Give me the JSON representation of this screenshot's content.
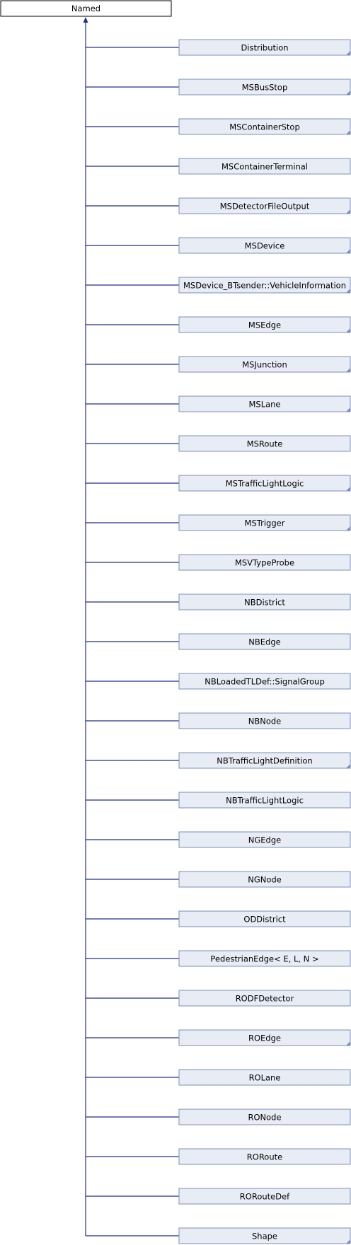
{
  "diagram": {
    "base_class": "Named",
    "derived_classes": [
      {
        "label": "Distribution",
        "has_more": true
      },
      {
        "label": "MSBusStop",
        "has_more": true
      },
      {
        "label": "MSContainerStop",
        "has_more": true
      },
      {
        "label": "MSContainerTerminal",
        "has_more": false
      },
      {
        "label": "MSDetectorFileOutput",
        "has_more": true
      },
      {
        "label": "MSDevice",
        "has_more": true
      },
      {
        "label": "MSDevice_BTsender::VehicleInformation",
        "has_more": true
      },
      {
        "label": "MSEdge",
        "has_more": true
      },
      {
        "label": "MSJunction",
        "has_more": true
      },
      {
        "label": "MSLane",
        "has_more": true
      },
      {
        "label": "MSRoute",
        "has_more": false
      },
      {
        "label": "MSTrafficLightLogic",
        "has_more": true
      },
      {
        "label": "MSTrigger",
        "has_more": true
      },
      {
        "label": "MSVTypeProbe",
        "has_more": false
      },
      {
        "label": "NBDistrict",
        "has_more": false
      },
      {
        "label": "NBEdge",
        "has_more": false
      },
      {
        "label": "NBLoadedTLDef::SignalGroup",
        "has_more": false
      },
      {
        "label": "NBNode",
        "has_more": false
      },
      {
        "label": "NBTrafficLightDefinition",
        "has_more": true
      },
      {
        "label": "NBTrafficLightLogic",
        "has_more": false
      },
      {
        "label": "NGEdge",
        "has_more": false
      },
      {
        "label": "NGNode",
        "has_more": false
      },
      {
        "label": "ODDistrict",
        "has_more": false
      },
      {
        "label": "PedestrianEdge< E, L, N >",
        "has_more": false
      },
      {
        "label": "RODFDetector",
        "has_more": false
      },
      {
        "label": "ROEdge",
        "has_more": true
      },
      {
        "label": "ROLane",
        "has_more": false
      },
      {
        "label": "RONode",
        "has_more": false
      },
      {
        "label": "RORoute",
        "has_more": false
      },
      {
        "label": "RORouteDef",
        "has_more": false
      },
      {
        "label": "Shape",
        "has_more": true
      }
    ],
    "colors": {
      "edge": "#1f2f8f",
      "node_fill": "#e8edf5",
      "node_border": "#7b8fb8",
      "base_fill": "#ffffff",
      "base_border": "#000000"
    }
  }
}
